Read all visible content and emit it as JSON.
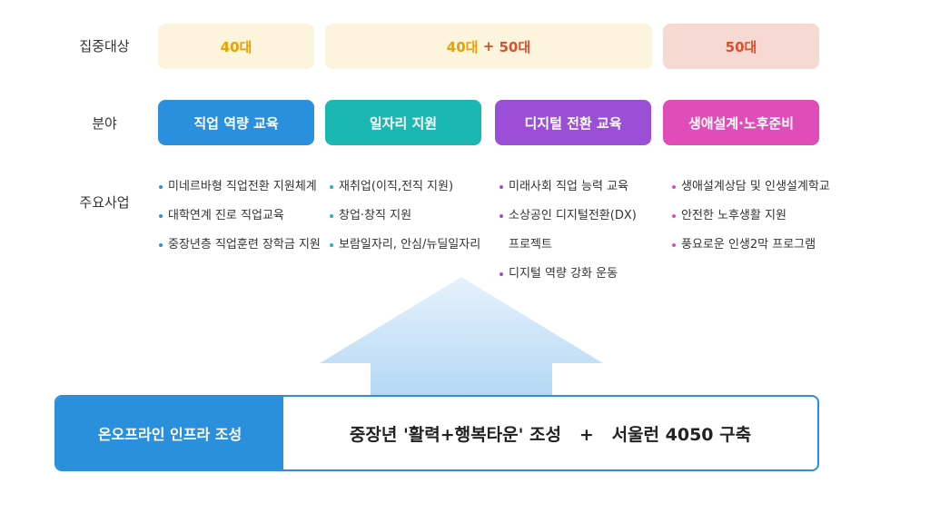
{
  "labels": {
    "target": "집중대상",
    "field": "분야",
    "projects": "주요사업"
  },
  "targets": [
    {
      "label": "40대",
      "color": "#e8a200",
      "bg": "#fdf4de"
    },
    {
      "label_a": "40대",
      "label_sep": " + ",
      "label_b": "50대",
      "color_a": "#e8a200",
      "color_b": "#d9502c",
      "bg": "#fdf4de"
    },
    {
      "label": "50대",
      "color": "#d9502c",
      "bg": "#f7d9d4"
    }
  ],
  "fields": [
    {
      "label": "직업 역량 교육",
      "bg": "#2a8fdc"
    },
    {
      "label": "일자리 지원",
      "bg": "#1bb8b3"
    },
    {
      "label": "디지털 전환 교육",
      "bg": "#9b4fd6"
    },
    {
      "label": "생애설계·노후준비",
      "bg": "#e04db8"
    }
  ],
  "projects": [
    {
      "dot": "#2a8fdc",
      "items": [
        "미네르바형 직업전환 지원체계",
        "대학연계 진로 직업교육",
        "중장년층 직업훈련 장학금 지원"
      ]
    },
    {
      "dot": "#1bb8b3",
      "items": [
        "재취업(이직,전직 지원)",
        "창업·창직 지원",
        "보람일자리, 안심/뉴딜일자리"
      ]
    },
    {
      "dot": "#9b4fd6",
      "items": [
        "미래사회 직업 능력 교육",
        "소상공인 디지털전환(DX)",
        "프로젝트",
        "디지털 역량 강화 운동"
      ]
    },
    {
      "dot": "#e04db8",
      "items": [
        "생애설계상담 및 인생설계학교",
        "안전한 노후생활 지원",
        "풍요로운 인생2막 프로그램"
      ]
    }
  ],
  "infra": {
    "label": "온오프라인 인프라 조성",
    "statement": "중장년 '활력+행복타운' 조성   +   서울런 4050 구축",
    "accent": "#2a8fdc"
  }
}
